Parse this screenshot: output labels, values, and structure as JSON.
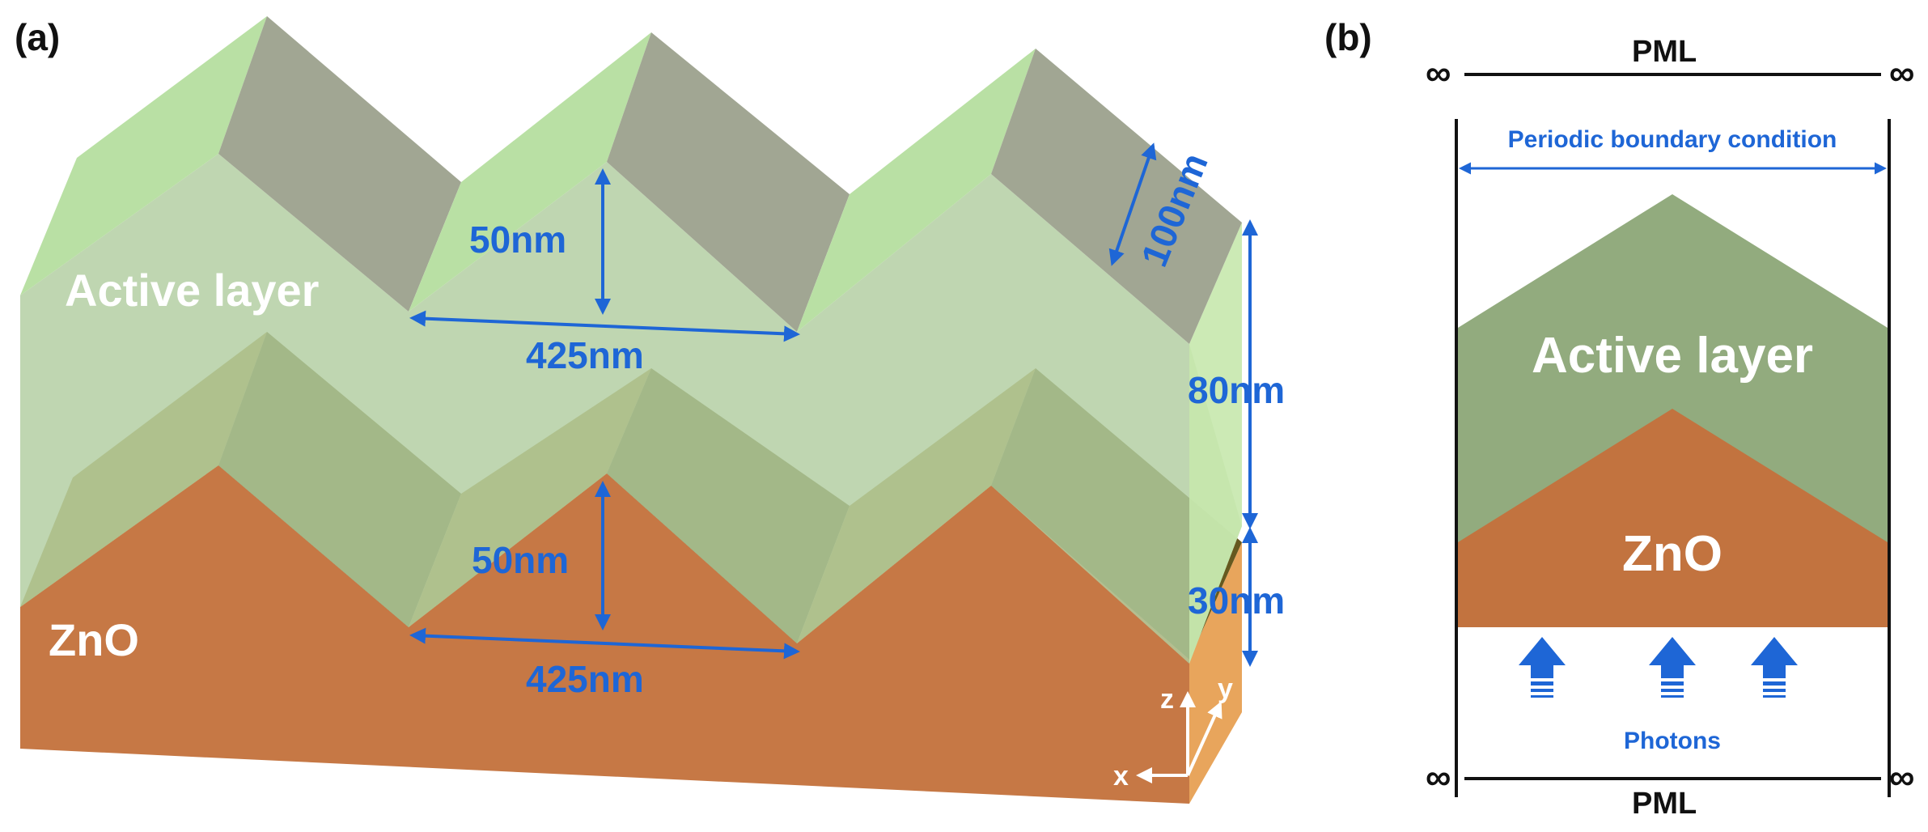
{
  "panel_a": {
    "label": "(a)",
    "active_layer_label": "Active layer",
    "zno_label": "ZnO",
    "dims": {
      "active_height": "50nm",
      "active_period": "425nm",
      "depth": "100nm",
      "active_thickness": "80nm",
      "zno_height": "50nm",
      "zno_period": "425nm",
      "zno_thickness": "30nm"
    },
    "axes": {
      "z": "z",
      "y": "y",
      "x": "x"
    }
  },
  "panel_b": {
    "label": "(b)",
    "pml_top": "PML",
    "pml_bottom": "PML",
    "infinity": "∞",
    "boundary_label": "Periodic boundary condition",
    "active_layer_label": "Active layer",
    "zno_label": "ZnO",
    "photons_label": "Photons"
  },
  "colors": {
    "active_light": "#b7dca2",
    "active_mid": "#a5bd96",
    "active_dark": "#9ba88e",
    "zno": "#c67845",
    "zno_dark": "#6a5a20",
    "dimension_blue": "#1e66d6",
    "panel_b_active": "#92ab7e",
    "panel_b_zno": "#c2733f"
  }
}
